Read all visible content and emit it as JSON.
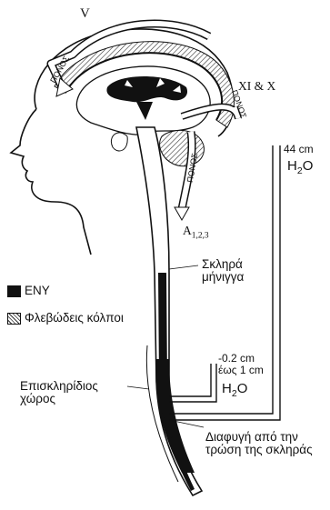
{
  "labels": {
    "V": "V",
    "XI_X": "XI & X",
    "A123": "A",
    "A123_sub": "1,2,3",
    "flow_label": "ΠΟΝΟΣ",
    "pressure_high": "44 cm",
    "pressure_high_unit": "H",
    "pressure_high_unit_sub": "2",
    "pressure_high_unit_end": "O",
    "dura": "Σκληρά μήνιγγα",
    "dura_line1": "Σκληρά",
    "dura_line2": "μήνιγγα",
    "epidural_line1": "Επισκληρίδιος",
    "epidural_line2": "χώρος",
    "pressure_low_line1": "-0.2 cm",
    "pressure_low_line2": "έως 1 cm",
    "pressure_low_unit": "H",
    "pressure_low_unit_sub": "2",
    "pressure_low_unit_end": "O",
    "leak_line1": "Διαφυγή από την",
    "leak_line2": "τρώση της σκληράς"
  },
  "legend": [
    {
      "label": "ΕΝΥ",
      "swatch": "solid-black"
    },
    {
      "label": "Φλεβώδεις κόλποι",
      "swatch": "hatched"
    }
  ],
  "colors": {
    "ink": "#111111",
    "csf": "#111111",
    "sinus_hatch": "#333333",
    "background": "#ffffff"
  }
}
